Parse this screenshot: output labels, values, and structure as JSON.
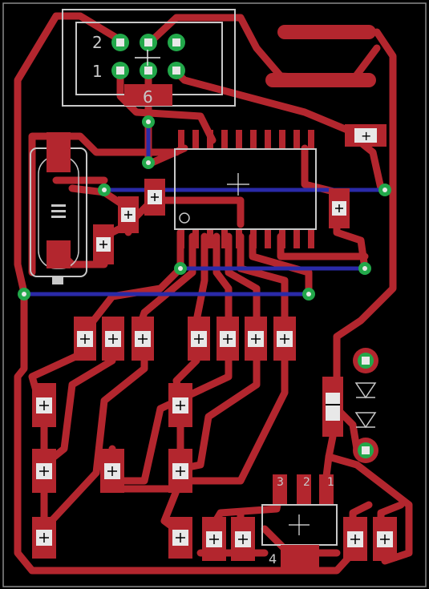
{
  "pcb": {
    "header_labels": {
      "pin2": "2",
      "pin1": "1",
      "pin6": "6"
    },
    "regulator_labels": {
      "pin3": "3",
      "pin2": "2",
      "pin1": "1",
      "tab": "4"
    },
    "colors": {
      "background": "#000000",
      "trace": "#b3262e",
      "pad": "#b3262e",
      "via_ring": "#22a84a",
      "bottom_trace": "#2a2aa8",
      "silkscreen": "#c8c8c8",
      "copper_highlight": "#e8e8e8"
    }
  }
}
